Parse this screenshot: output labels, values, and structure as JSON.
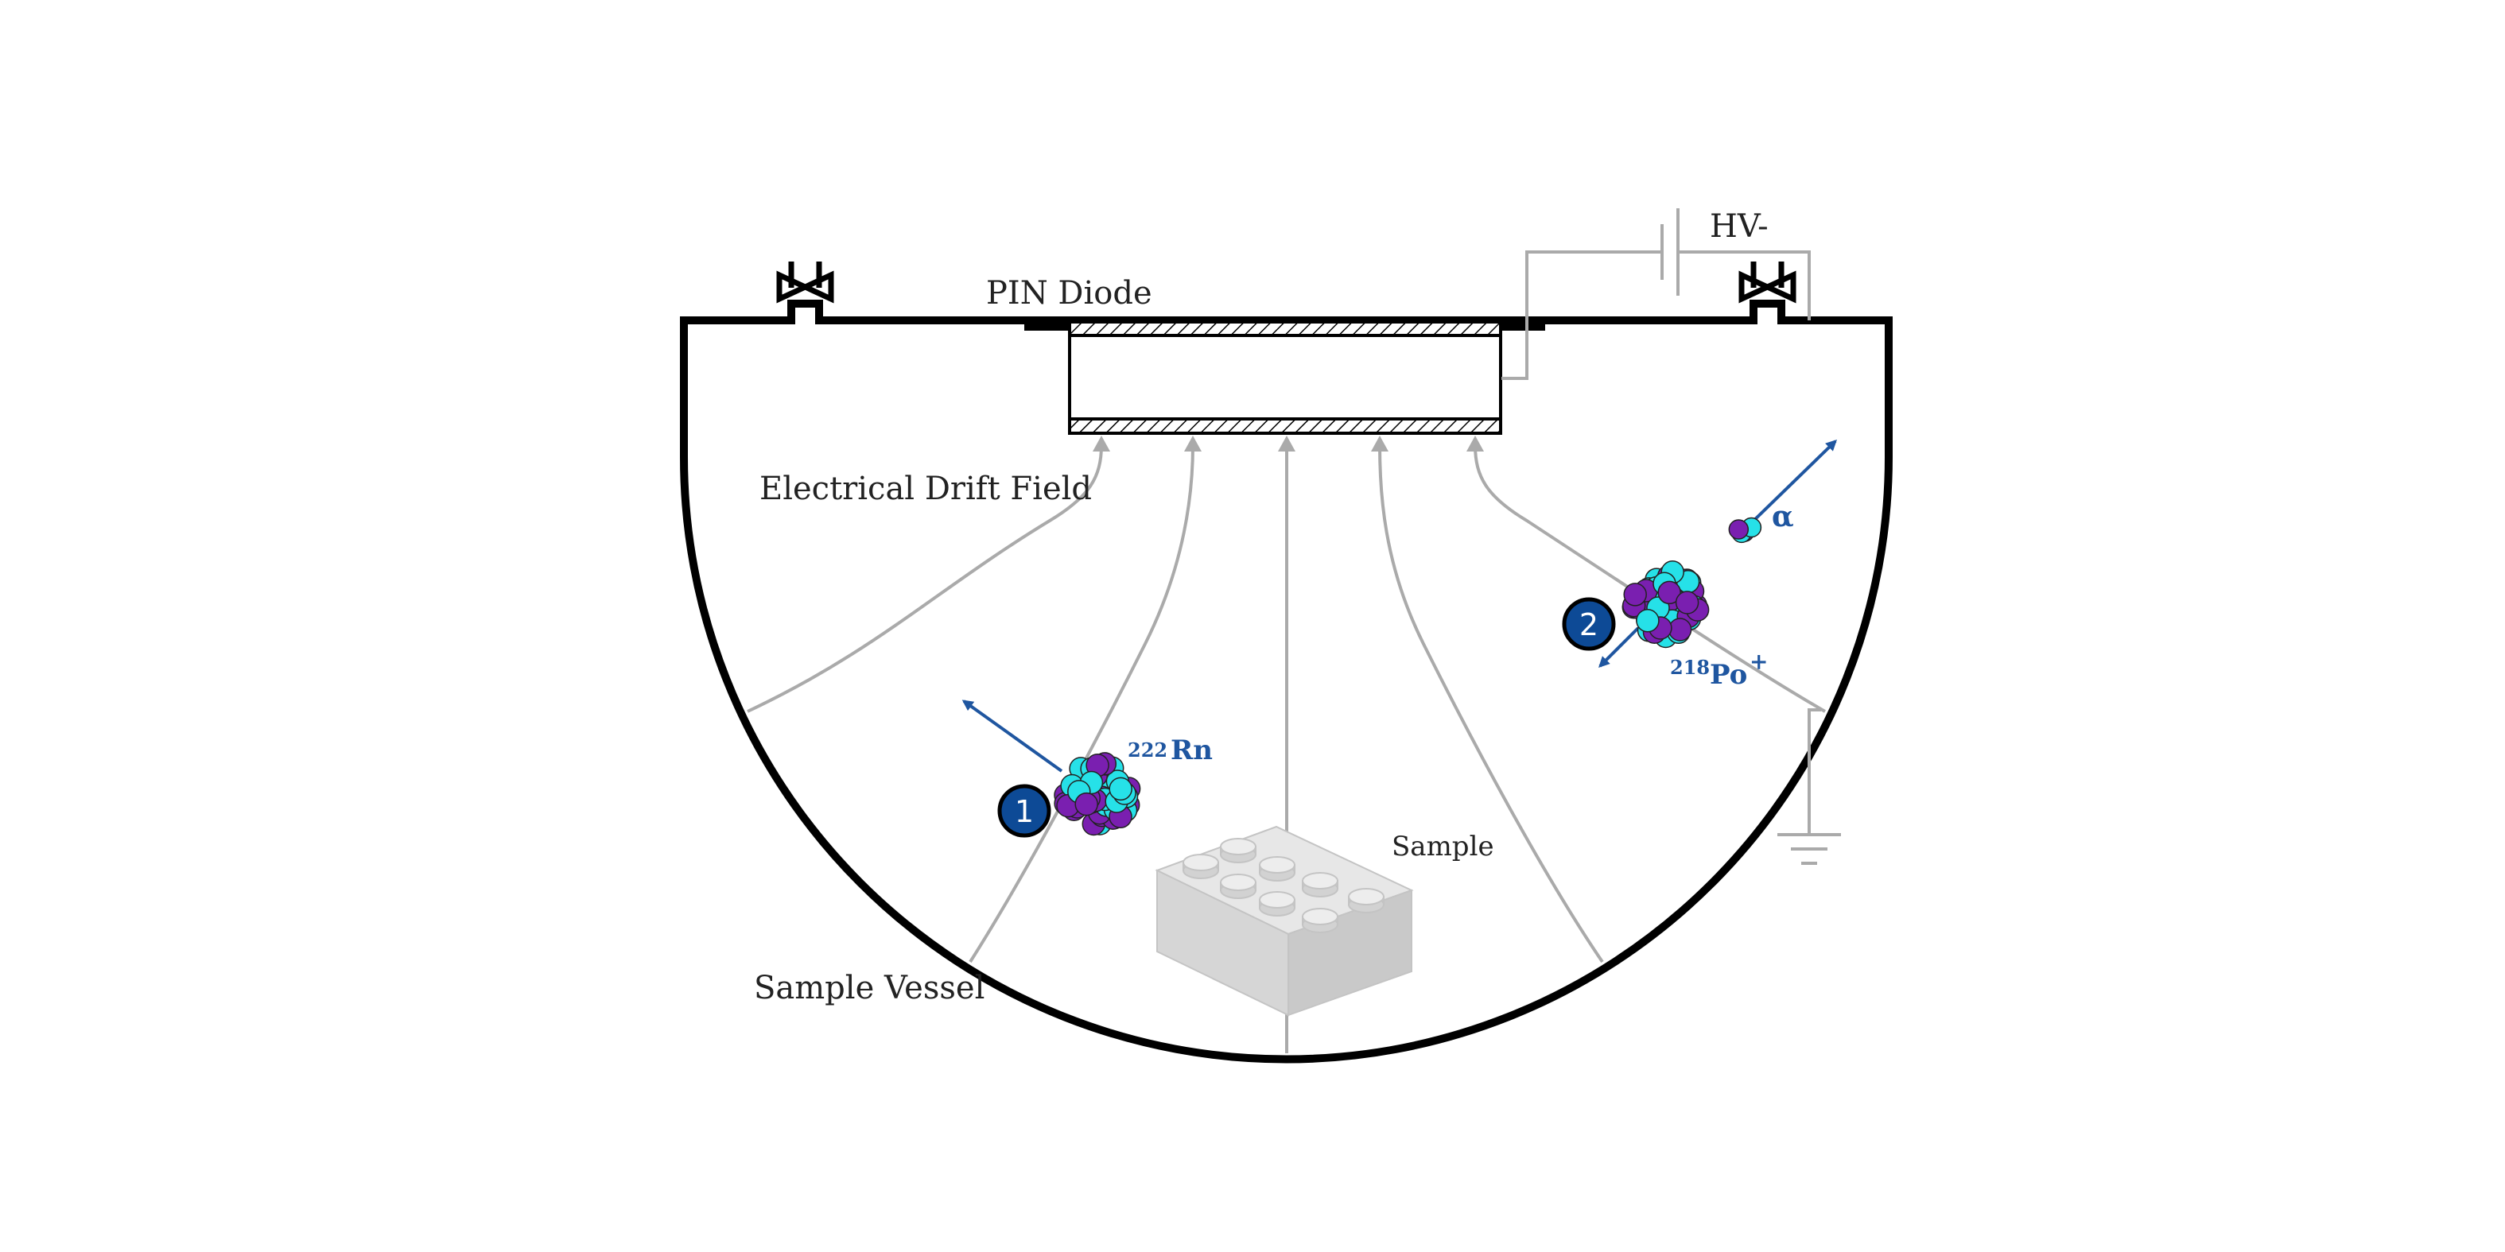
{
  "labels": {
    "pin_diode": "PIN Diode",
    "hv": "HV-",
    "drift_field": "Electrical Drift Field",
    "sample_vessel": "Sample Vessel",
    "sample": "Sample",
    "rn_mass": "222",
    "rn_symbol": "Rn",
    "po_mass": "218",
    "po_symbol": "Po",
    "po_charge": "+",
    "alpha": "α",
    "step1": "1",
    "step2": "2"
  },
  "colors": {
    "vessel": "#000000",
    "field_line": "#aaaaaa",
    "accent": "#1f56a0",
    "badge": "#0d4a96",
    "nucleon_a": "#26e1e8",
    "nucleon_b": "#7a1fb0",
    "brick": "#dcdcdc"
  },
  "icons": [
    "valve-icon",
    "battery-icon",
    "ground-icon",
    "lego-brick-icon",
    "nucleus-icon"
  ]
}
